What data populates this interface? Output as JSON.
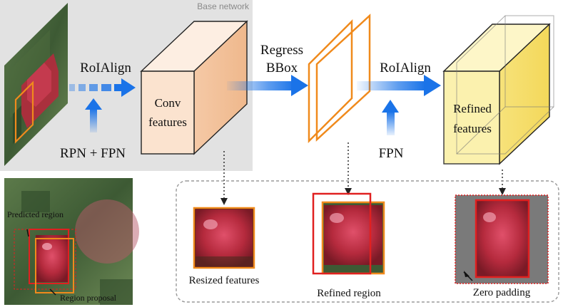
{
  "base_network_label": "Base network",
  "arrows": {
    "roialign_1": "RoIAlign",
    "regress_line1": "Regress",
    "regress_line2": "BBox",
    "roialign_2": "RoIAlign",
    "rpn_fpn": "RPN + FPN",
    "fpn": "FPN"
  },
  "boxes": {
    "conv_line1": "Conv",
    "conv_line2": "features",
    "refined_line1": "Refined",
    "refined_line2": "features"
  },
  "captions": {
    "resized": "Resized features",
    "refined_region": "Refined region",
    "zero_padding": "Zero padding"
  },
  "inset_labels": {
    "predicted": "Predicted region",
    "proposal": "Region proposal"
  },
  "colors": {
    "base_bg": "#e2e2e2",
    "arrow_blue": "#1a73e8",
    "proposal_orange": "#f08a1c",
    "predicted_red": "#e02020",
    "conv_face": "#fbe3cf",
    "refined_face": "#fbf0a6",
    "padding_gray": "#7a7a7a"
  }
}
